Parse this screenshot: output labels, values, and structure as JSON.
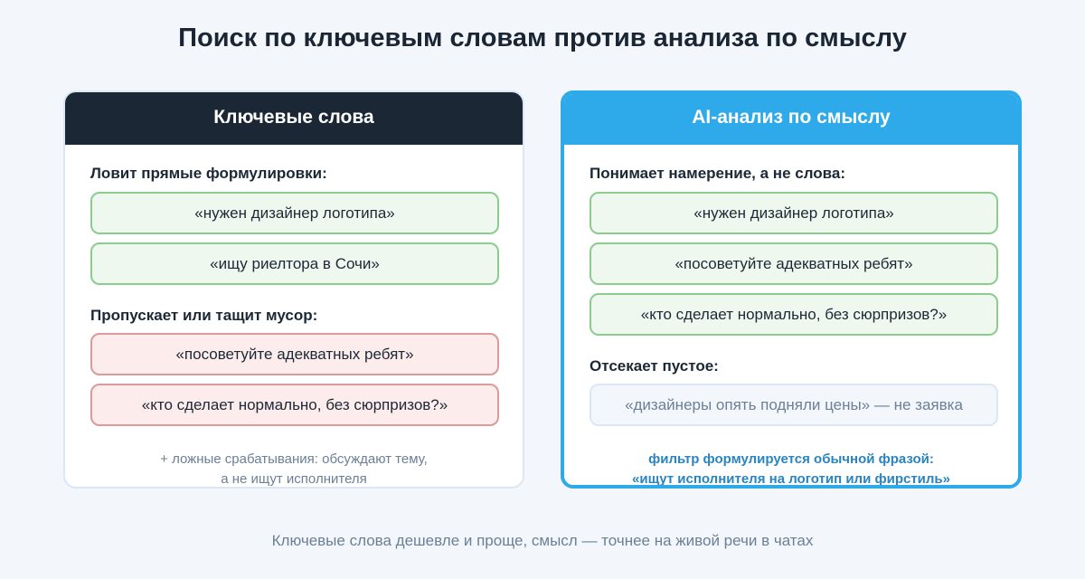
{
  "title": "Поиск по ключевым словам против анализа по смыслу",
  "left_card": {
    "header": "Ключевые слова",
    "section1_label": "Ловит прямые формулировки:",
    "section1_items": [
      "«нужен дизайнер логотипа»",
      "«ищу риелтора в Сочи»"
    ],
    "section2_label": "Пропускает или тащит мусор:",
    "section2_items": [
      "«посоветуйте адекватных ребят»",
      "«кто сделает нормально, без сюрпризов?»"
    ],
    "footnote_line1": "+ ложные срабатывания: обсуждают тему,",
    "footnote_line2": "а не ищут исполнителя"
  },
  "right_card": {
    "header": "AI-анализ по смыслу",
    "section1_label": "Понимает намерение, а не слова:",
    "section1_items": [
      "«нужен дизайнер логотипа»",
      "«посоветуйте адекватных ребят»",
      "«кто сделает нормально, без сюрпризов?»"
    ],
    "section2_label": "Отсекает пустое:",
    "section2_items": [
      "«дизайнеры опять подняли цены» — не заявка"
    ],
    "footnote_line1": "фильтр формулируется обычной фразой:",
    "footnote_line2": "«ищут исполнителя на логотип или фирстиль»"
  },
  "footer": "Ключевые слова дешевле и проще, смысл — точнее на живой речи в чатах",
  "colors": {
    "left_header": "#1b2735",
    "right_accent": "#2ea9e9",
    "match_green": "#8ccd8f",
    "miss_red": "#dc9a9a"
  }
}
